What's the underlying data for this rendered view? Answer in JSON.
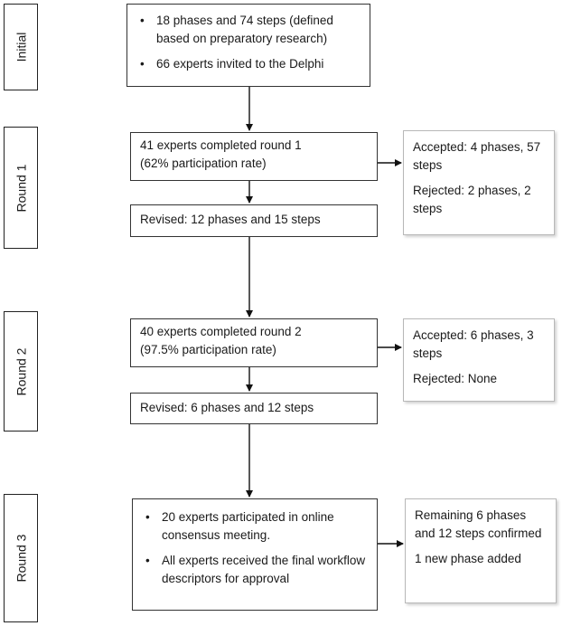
{
  "stages": [
    "Initial",
    "Round 1",
    "Round 2",
    "Round 3"
  ],
  "initial": {
    "bullets": [
      "18 phases and 74 steps (defined based on preparatory research)",
      "66 experts invited to the Delphi"
    ]
  },
  "round1": {
    "main": [
      "41 experts completed round 1",
      "(62% participation rate)"
    ],
    "revised": "Revised: 12 phases and 15 steps",
    "side": [
      "Accepted:  4 phases, 57 steps",
      "Rejected: 2 phases, 2 steps"
    ]
  },
  "round2": {
    "main": [
      "40 experts completed round 2",
      "(97.5% participation rate)"
    ],
    "revised": "Revised: 6 phases and 12 steps",
    "side": [
      "Accepted:  6 phases, 3 steps",
      "Rejected: None"
    ]
  },
  "round3": {
    "bullets": [
      "20 experts participated in online consensus meeting.",
      "All experts received the final workflow descriptors for approval"
    ],
    "side": [
      "Remaining 6 phases and 12 steps confirmed",
      "1 new phase added"
    ]
  }
}
